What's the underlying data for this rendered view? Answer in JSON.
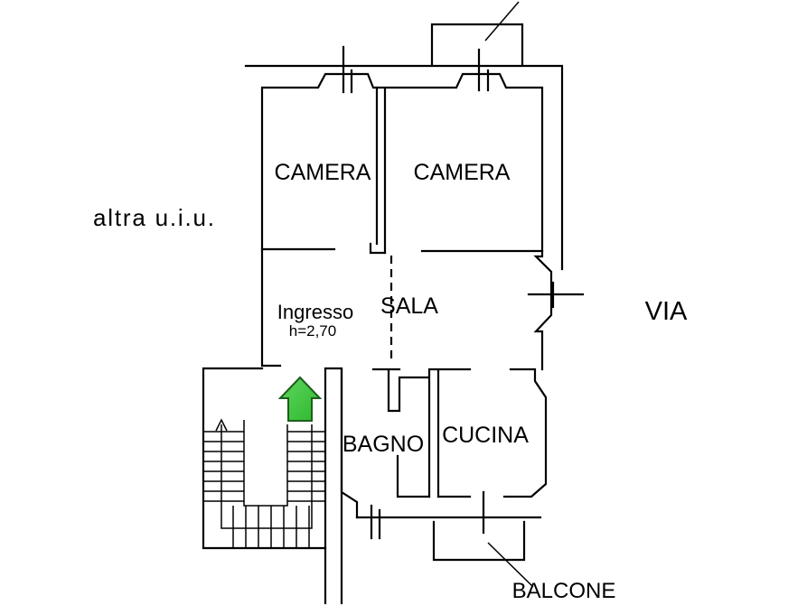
{
  "floor_plan": {
    "neighbor_label": "altra u.i.u.",
    "street_label": "VIA",
    "ceiling_height": "h=2,70",
    "rooms": [
      {
        "label": "CAMERA"
      },
      {
        "label": "CAMERA"
      },
      {
        "label": "Ingresso"
      },
      {
        "label": "SALA"
      },
      {
        "label": "BAGNO"
      },
      {
        "label": "CUCINA"
      },
      {
        "label": "BALCONE"
      }
    ]
  },
  "colors": {
    "lines": "#000000",
    "background": "#ffffff",
    "entrance_arrow": "#2eb82e",
    "entrance_arrow_light": "#5fd65f",
    "entrance_arrow_edge": "#1d5e1d"
  },
  "icons": {
    "entrance_marker": "entrance-arrow-icon",
    "stairs_direction": "stairs-up-arrow-icon"
  }
}
